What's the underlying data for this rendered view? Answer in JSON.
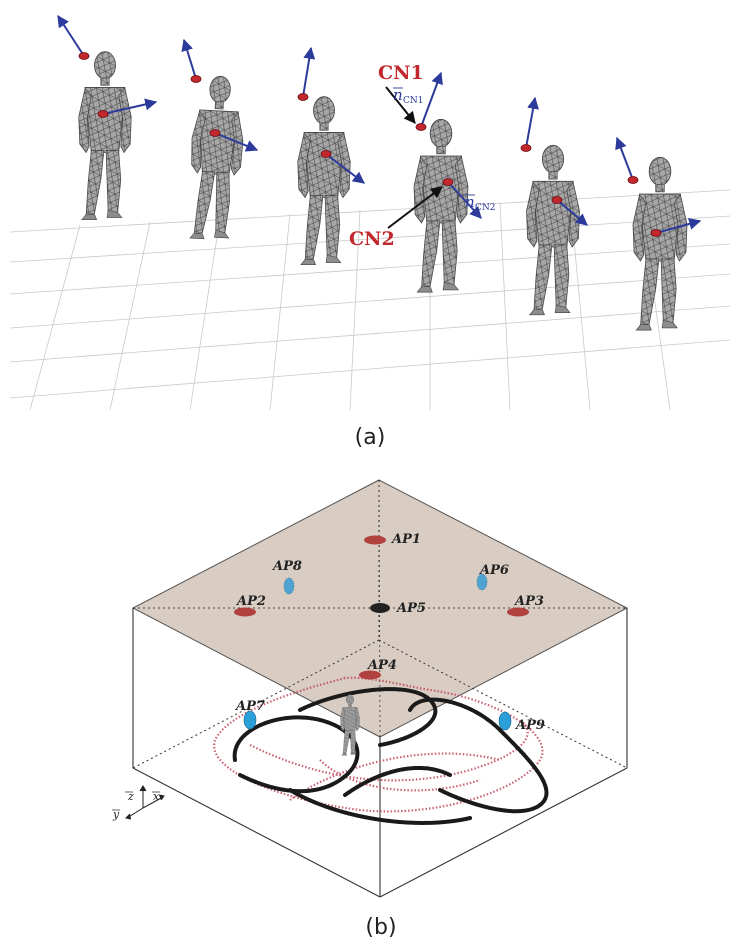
{
  "panel_a": {
    "caption": "(a)",
    "label_cn1": "CN1",
    "label_cn2": "CN2",
    "normal_cn1": {
      "symbol": "n",
      "subscript": "CN1"
    },
    "normal_cn2": {
      "symbol": "n",
      "subscript": "CN2"
    }
  },
  "panel_b": {
    "caption": "(b)",
    "access_points": [
      {
        "label": "AP1",
        "color": "#b0413e"
      },
      {
        "label": "AP2",
        "color": "#b0413e"
      },
      {
        "label": "AP3",
        "color": "#b0413e"
      },
      {
        "label": "AP4",
        "color": "#b0413e"
      },
      {
        "label": "AP5",
        "color": "#222222"
      },
      {
        "label": "AP6",
        "color": "#4fa3d1"
      },
      {
        "label": "AP7",
        "color": "#2a9fd8"
      },
      {
        "label": "AP8",
        "color": "#4fa3d1"
      },
      {
        "label": "AP9",
        "color": "#2a9fd8"
      }
    ],
    "axes": {
      "x": "x",
      "y": "y",
      "z": "z"
    }
  },
  "colors": {
    "figure": "#9a9a9a",
    "mesh": "#555555",
    "arrow": "#2b3a9b",
    "node": "#c1272d",
    "ceiling": "#d8ccc3",
    "trajectory_dark": "#1a1a1a",
    "trajectory_red": "#c2485a"
  }
}
